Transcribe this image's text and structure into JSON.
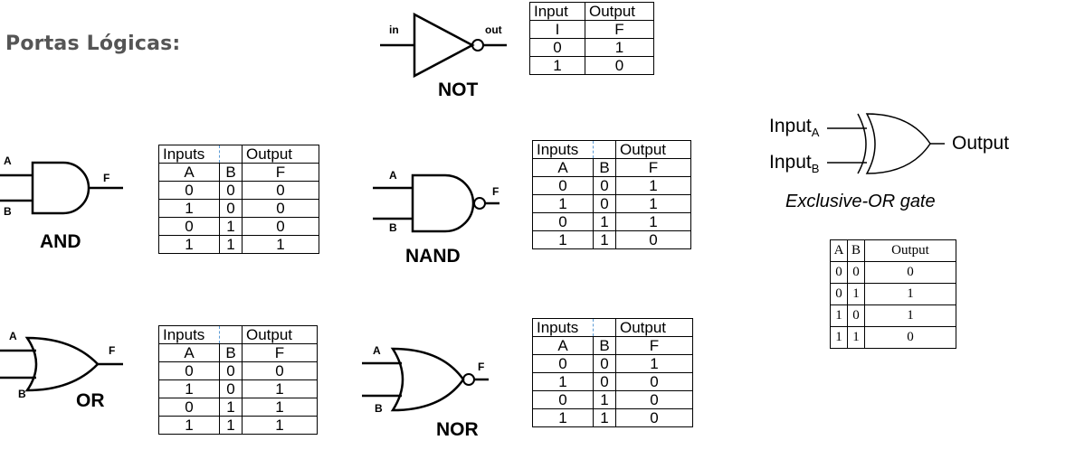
{
  "title": "Portas Lógicas:",
  "not": {
    "name": "NOT",
    "pin_in": "in",
    "pin_out": "out",
    "table": {
      "headers": [
        "Input",
        "Output"
      ],
      "rows": [
        [
          "I",
          "F"
        ],
        [
          "0",
          "1"
        ],
        [
          "1",
          "0"
        ]
      ]
    }
  },
  "and": {
    "name": "AND",
    "pin_a": "A",
    "pin_b": "B",
    "pin_f": "F",
    "table": {
      "headers": [
        "Inputs",
        "Output"
      ],
      "rows": [
        [
          "A",
          "B",
          "F"
        ],
        [
          "0",
          "0",
          "0"
        ],
        [
          "1",
          "0",
          "0"
        ],
        [
          "0",
          "1",
          "0"
        ],
        [
          "1",
          "1",
          "1"
        ]
      ]
    }
  },
  "nand": {
    "name": "NAND",
    "pin_a": "A",
    "pin_b": "B",
    "pin_f": "F",
    "table": {
      "headers": [
        "Inputs",
        "Output"
      ],
      "rows": [
        [
          "A",
          "B",
          "F"
        ],
        [
          "0",
          "0",
          "1"
        ],
        [
          "1",
          "0",
          "1"
        ],
        [
          "0",
          "1",
          "1"
        ],
        [
          "1",
          "1",
          "0"
        ]
      ]
    }
  },
  "or": {
    "name": "OR",
    "pin_a": "A",
    "pin_b": "B",
    "pin_f": "F",
    "table": {
      "headers": [
        "Inputs",
        "Output"
      ],
      "rows": [
        [
          "A",
          "B",
          "F"
        ],
        [
          "0",
          "0",
          "0"
        ],
        [
          "1",
          "0",
          "1"
        ],
        [
          "0",
          "1",
          "1"
        ],
        [
          "1",
          "1",
          "1"
        ]
      ]
    }
  },
  "nor": {
    "name": "NOR",
    "pin_a": "A",
    "pin_b": "B",
    "pin_f": "F",
    "table": {
      "headers": [
        "Inputs",
        "Output"
      ],
      "rows": [
        [
          "A",
          "B",
          "F"
        ],
        [
          "0",
          "0",
          "1"
        ],
        [
          "1",
          "0",
          "0"
        ],
        [
          "0",
          "1",
          "0"
        ],
        [
          "1",
          "1",
          "0"
        ]
      ]
    }
  },
  "xor": {
    "caption": "Exclusive-OR gate",
    "input_a": "Input",
    "input_a_sub": "A",
    "input_b": "Input",
    "input_b_sub": "B",
    "output": "Output",
    "table": {
      "headers": [
        "A",
        "B",
        "Output"
      ],
      "rows": [
        [
          "0",
          "0",
          "0"
        ],
        [
          "0",
          "1",
          "1"
        ],
        [
          "1",
          "0",
          "1"
        ],
        [
          "1",
          "1",
          "0"
        ]
      ]
    }
  }
}
